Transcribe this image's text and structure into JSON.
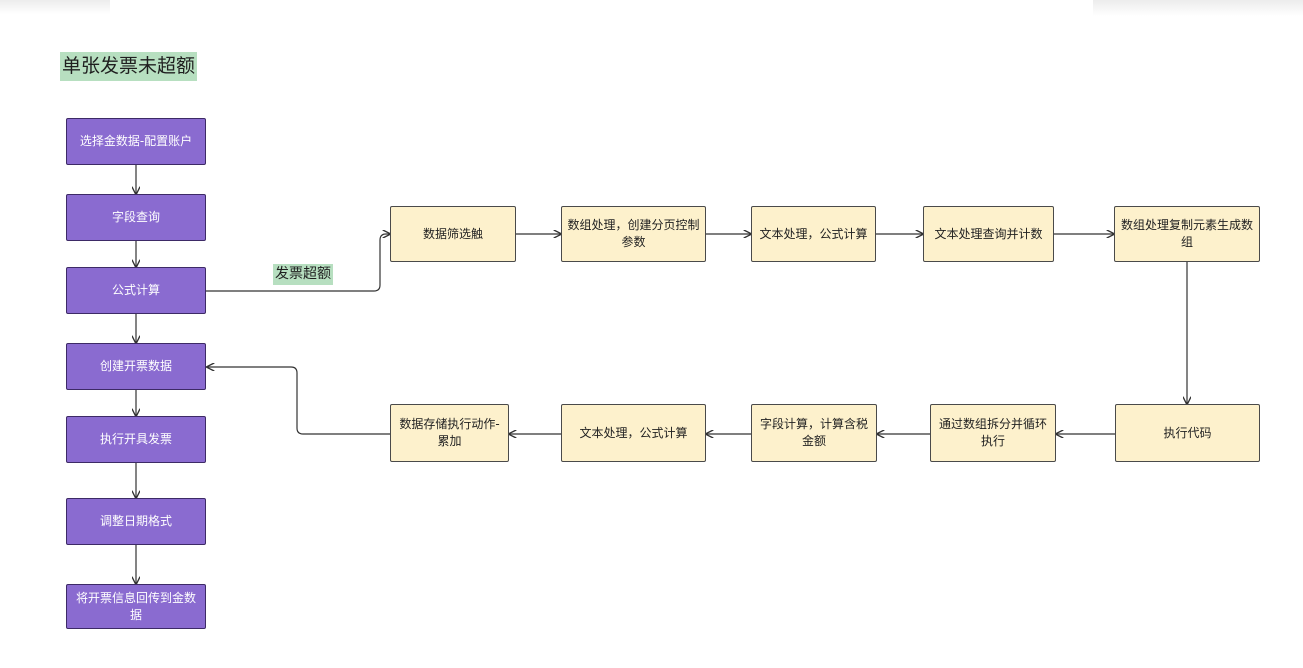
{
  "title": "单张发票未超额",
  "edge_label": "发票超额",
  "nodes": {
    "n1": "选择金数据-配置账户",
    "n2": "字段查询",
    "n3": "公式计算",
    "n4": "创建开票数据",
    "n5": "执行开具发票",
    "n6": "调整日期格式",
    "n7": "将开票信息回传到金数据",
    "y1": "数据筛选触",
    "y2": "数组处理，创建分页控制参数",
    "y3": "文本处理，公式计算",
    "y4": "文本处理查询并计数",
    "y5": "数组处理复制元素生成数组",
    "y6": "执行代码",
    "y7": "通过数组拆分并循环执行",
    "y8": "字段计算，计算含税金额",
    "y9": "文本处理，公式计算",
    "y10": "数据存储执行动作-累加"
  },
  "colors": {
    "main_flow_fill": "#8a6bd0",
    "branch_fill": "#fdf1cc",
    "label_highlight": "#b7dfc0",
    "connector": "#333333"
  }
}
